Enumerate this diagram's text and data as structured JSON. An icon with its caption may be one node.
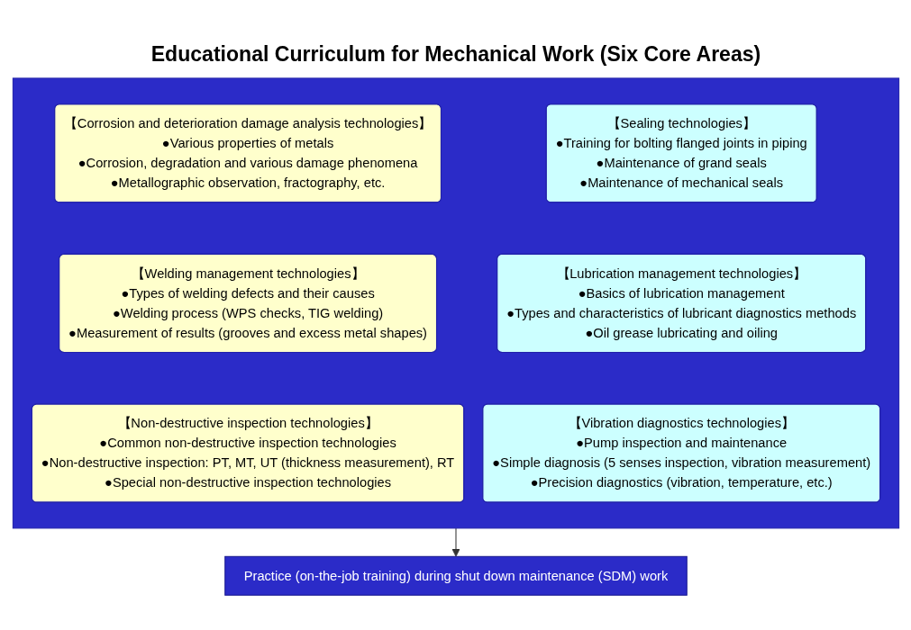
{
  "diagram": {
    "nodes": [
      {
        "text": [
          "Educational Curriculum for Mechanical Work (Six Core Areas)"
        ]
      },
      {
        "text": [
          "【Corrosion and deterioration damage analysis technologies】",
          "●Various properties of metals",
          "●Corrosion, degradation and various damage phenomena",
          "●Metallographic observation, fractography, etc."
        ],
        "in": 0
      },
      {
        "text": [
          "【Sealing technologies】",
          "●Training for bolting flanged joints in piping",
          "●Maintenance of grand seals",
          "●Maintenance of mechanical seals"
        ],
        "in": 0
      },
      {
        "text": [
          "【Welding management technologies】",
          "●Types of welding defects and their causes",
          "●Welding process (WPS checks, TIG welding)",
          "●Measurement of results (grooves and excess metal shapes)"
        ],
        "in": 0
      },
      {
        "text": [
          "【Lubrication management technologies】",
          "●Basics of lubrication management",
          "●Types and characteristics of lubricant diagnostics methods",
          "●Oil grease lubricating and oiling"
        ],
        "in": 0
      },
      {
        "text": [
          "【Non-destructive inspection technologies】",
          "●Common non-destructive inspection technologies",
          "●Non-destructive inspection: PT, MT, UT (thickness measurement), RT",
          "●Special non-destructive inspection technologies"
        ],
        "in": 0
      },
      {
        "text": [
          "【Vibration diagnostics technologies】",
          "●Pump inspection and maintenance",
          "●Simple diagnosis (5 senses inspection, vibration measurement)",
          "●Precision diagnostics (vibration, temperature, etc.)"
        ],
        "in": 0
      },
      {
        "text": [
          "Practice (on-the-job training) during shut down maintenance (SDM) work"
        ]
      }
    ],
    "edges": [
      {
        "from": 0,
        "to": 7,
        "arrow": "to"
      }
    ]
  }
}
